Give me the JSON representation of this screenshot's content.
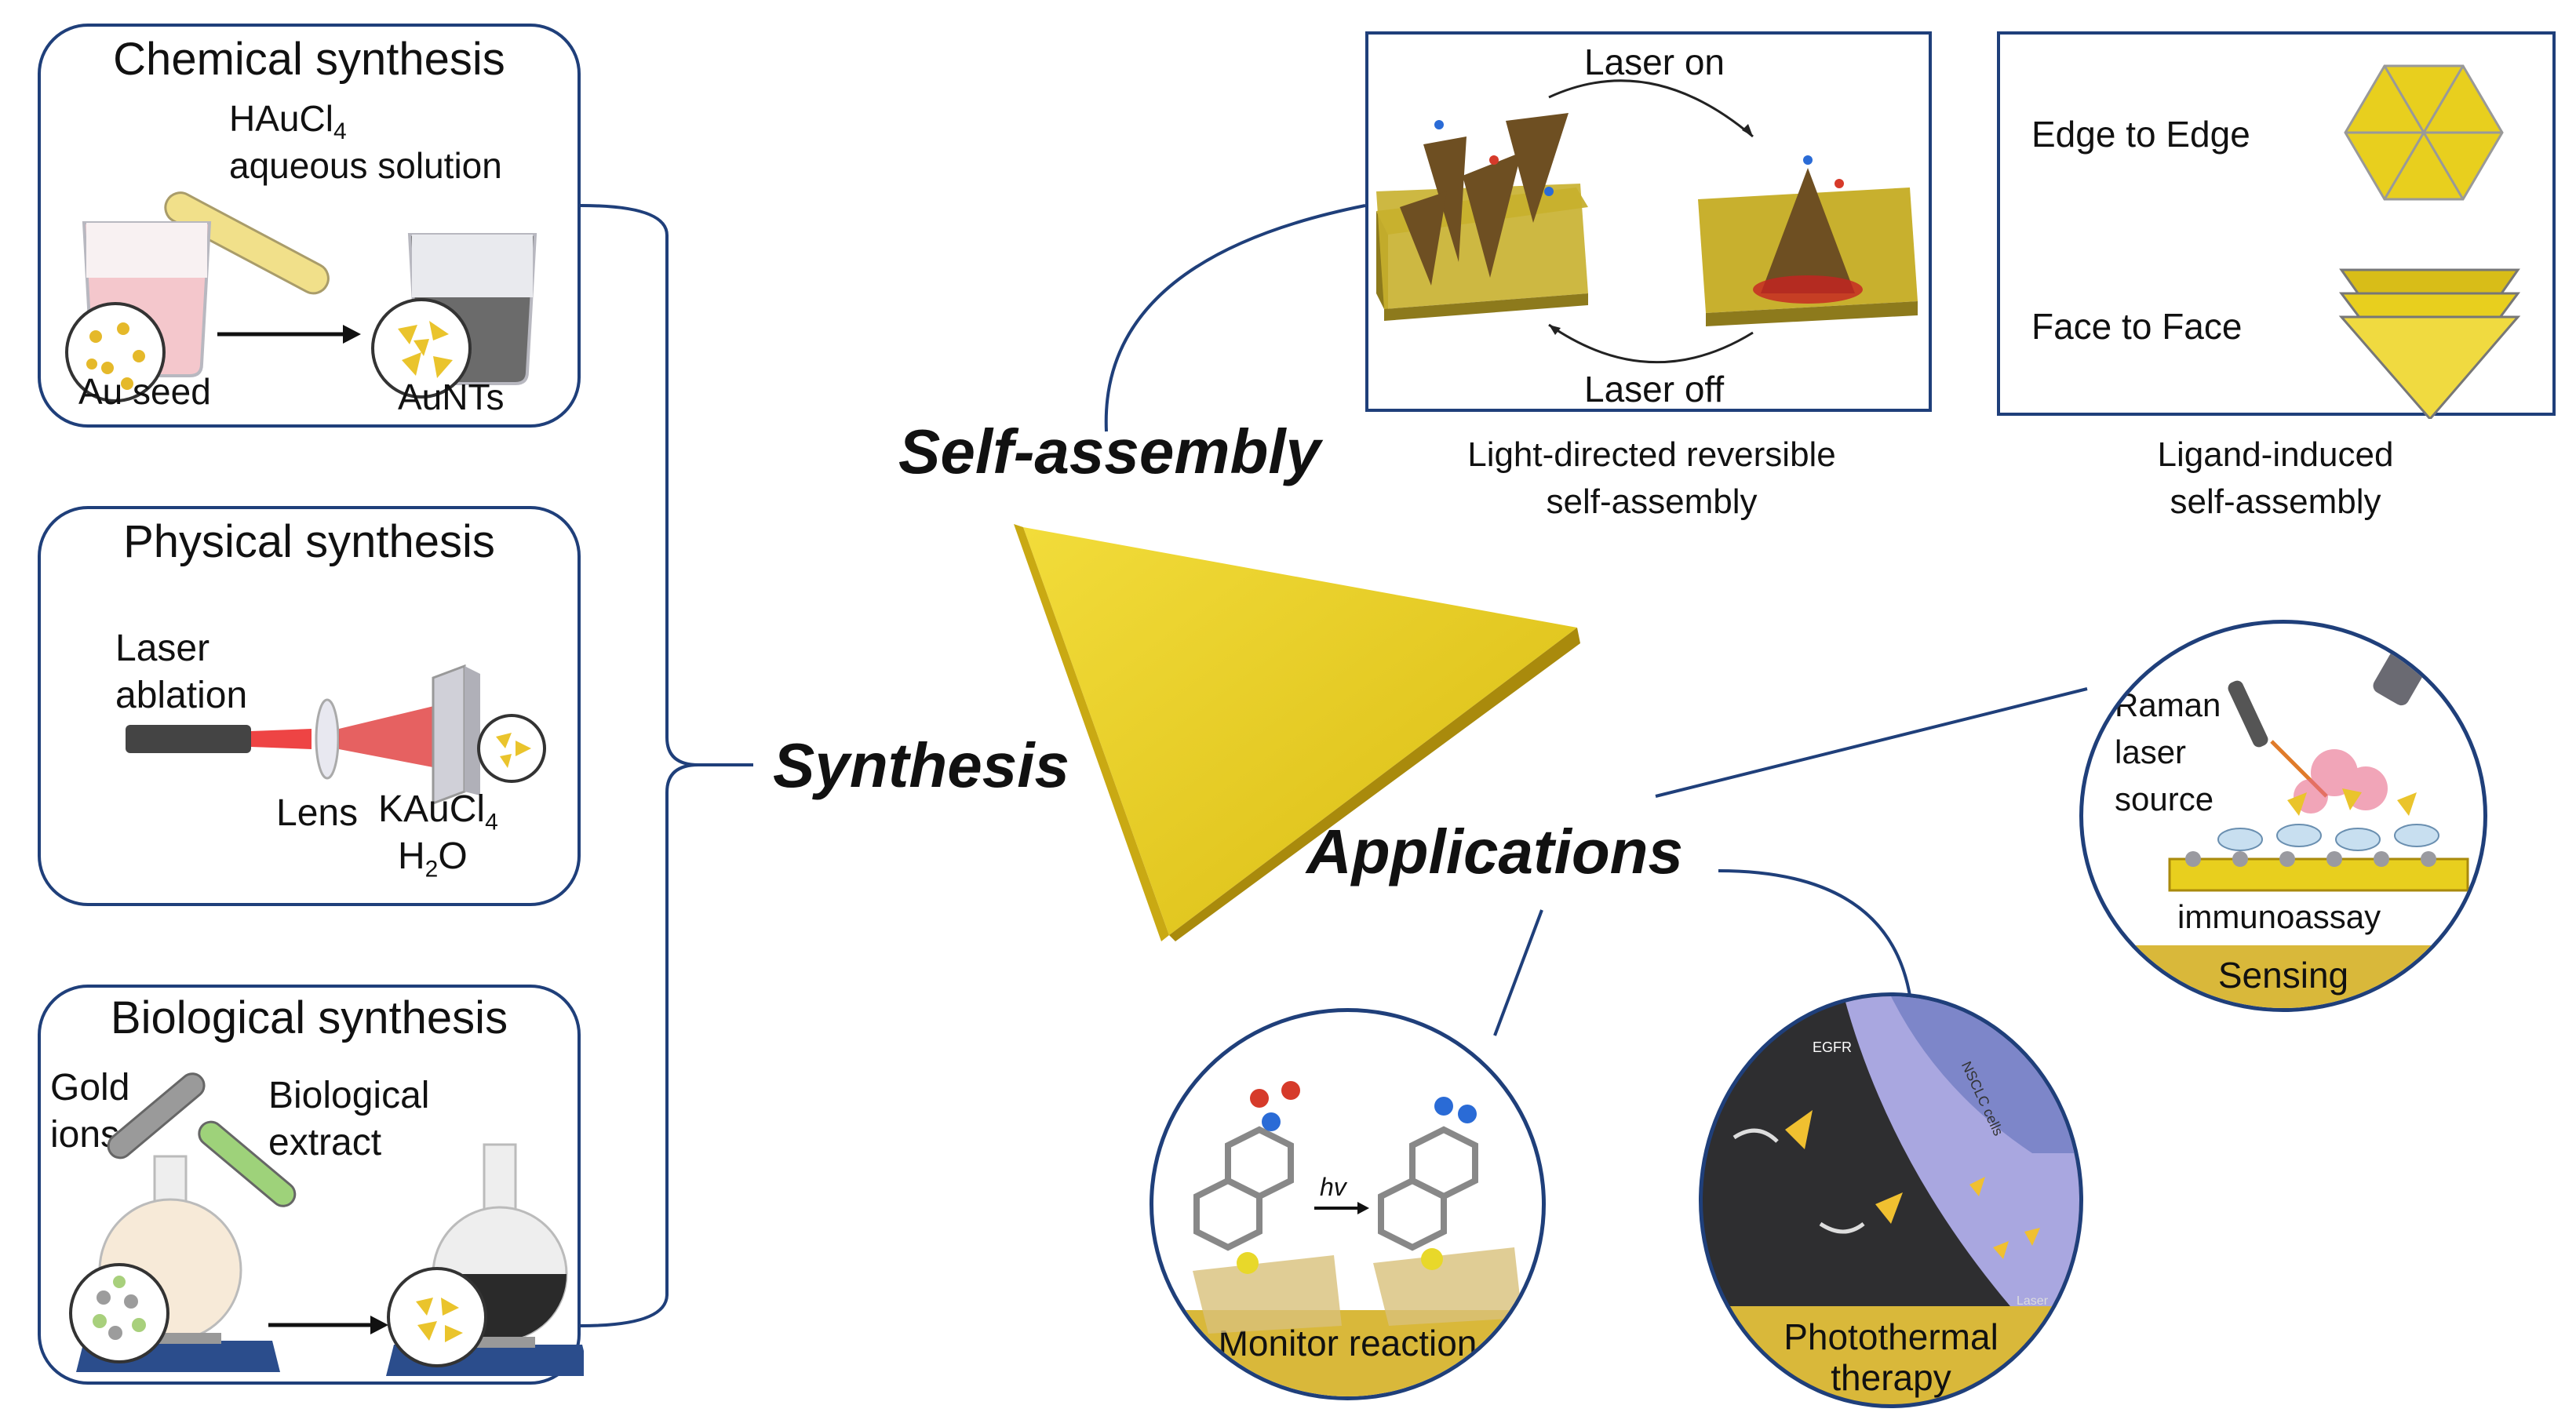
{
  "synthesis": {
    "label": "Synthesis",
    "chemical": {
      "title": "Chemical synthesis",
      "reagent_line1": "HAuCl",
      "reagent_sub": "4",
      "reagent_line2": "aqueous solution",
      "seed_label": "Au seed",
      "product_label": "AuNTs"
    },
    "physical": {
      "title": "Physical synthesis",
      "method_line1": "Laser",
      "method_line2": "ablation",
      "lens_label": "Lens",
      "salt": "KAuCl",
      "salt_sub": "4",
      "water_a": "H",
      "water_sub": "2",
      "water_b": "O"
    },
    "biological": {
      "title": "Biological synthesis",
      "ions_line1": "Gold",
      "ions_line2": "ions",
      "extract_line1": "Biological",
      "extract_line2": "extract"
    }
  },
  "self_assembly": {
    "label": "Self-assembly",
    "light": {
      "laser_on": "Laser on",
      "laser_off": "Laser off",
      "caption_line1": "Light-directed reversible",
      "caption_line2": "self-assembly"
    },
    "ligand": {
      "edge": "Edge to Edge",
      "face": "Face to Face",
      "caption_line1": "Ligand-induced",
      "caption_line2": "self-assembly"
    }
  },
  "applications": {
    "label": "Applications",
    "sensing": {
      "source_line1": "Raman",
      "source_line2": "laser",
      "source_line3": "source",
      "assay": "immunoassay",
      "band": "Sensing"
    },
    "monitor": {
      "band": "Monitor reaction",
      "hv": "hv"
    },
    "photothermal": {
      "band_line1": "Photothermal",
      "band_line2": "therapy",
      "cells": "NSCLC cells",
      "egfr": "EGFR",
      "laser": "Laser"
    }
  },
  "colors": {
    "gold": "#e8cf1e",
    "gold_dark": "#b99a10",
    "frame": "#1f3f7a",
    "band": "#d9b83a"
  }
}
